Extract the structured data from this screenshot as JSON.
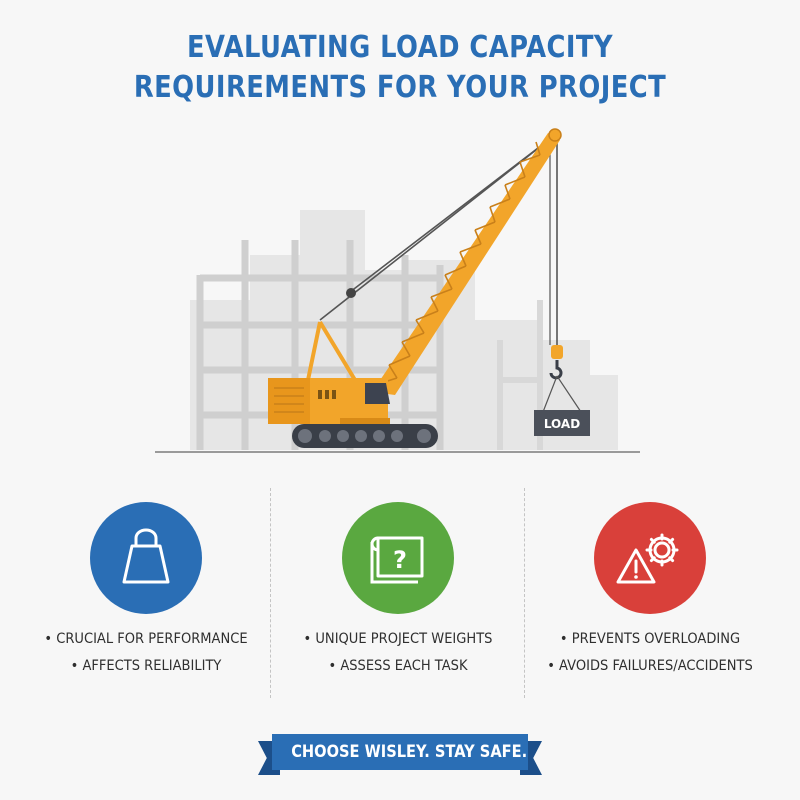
{
  "title": {
    "line1": "EVALUATING LOAD CAPACITY",
    "line2": "REQUIREMENTS FOR YOUR PROJECT"
  },
  "illustration": {
    "load_label": "LOAD",
    "icon": "crawler-crane-icon"
  },
  "columns": [
    {
      "icon": "kettlebell-weight-icon",
      "color": "#2a6eb5",
      "bullets": [
        "• CRUCIAL FOR PERFORMANCE",
        "• AFFECTS RELIABILITY"
      ]
    },
    {
      "icon": "blueprint-question-icon",
      "color": "#5aa840",
      "bullets": [
        "• UNIQUE PROJECT WEIGHTS",
        "• ASSESS EACH TASK"
      ]
    },
    {
      "icon": "warning-gear-icon",
      "color": "#d9403a",
      "bullets": [
        "• PREVENTS OVERLOADING",
        "• AVOIDS FAILURES/ACCIDENTS"
      ]
    }
  ],
  "banner": {
    "label": "CHOOSE WISLEY. STAY SAFE."
  },
  "colors": {
    "accent": "#2a6eb5",
    "crane": "#f2a52a",
    "ground": "#9a9a9a"
  }
}
